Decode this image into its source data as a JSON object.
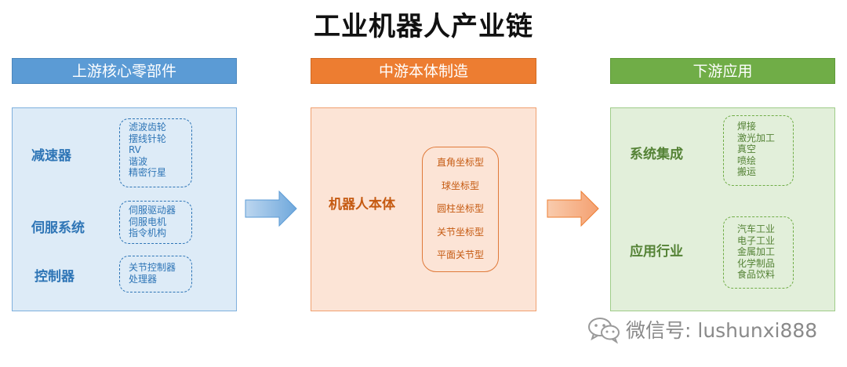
{
  "title": "工业机器人产业链",
  "upstream": {
    "header": "上游核心零部件",
    "groups": [
      {
        "label": "减速器",
        "items": [
          "滤波齿轮",
          "摆线针轮",
          "RV",
          "谐波",
          "精密行星"
        ]
      },
      {
        "label": "伺服系统",
        "items": [
          "伺服驱动器",
          "伺服电机",
          "指令机构"
        ]
      },
      {
        "label": "控制器",
        "items": [
          "关节控制器",
          "处理器"
        ]
      }
    ]
  },
  "midstream": {
    "header": "中游本体制造",
    "label": "机器人本体",
    "items": [
      "直角坐标型",
      "球坐标型",
      "圆柱坐标型",
      "关节坐标型",
      "平面关节型"
    ]
  },
  "downstream": {
    "header": "下游应用",
    "groups": [
      {
        "label": "系统集成",
        "items": [
          "焊接",
          "激光加工",
          "真空",
          "喷绘",
          "搬运"
        ]
      },
      {
        "label": "应用行业",
        "items": [
          "汽车工业",
          "电子工业",
          "金属加工",
          "化学制品",
          "食品饮料"
        ]
      }
    ]
  },
  "watermark": {
    "text": "微信号: lushunxi888",
    "icon": "wechat-icon"
  },
  "colors": {
    "upstream": "#5b9bd5",
    "midstream": "#ed7d31",
    "downstream": "#70ad47"
  }
}
